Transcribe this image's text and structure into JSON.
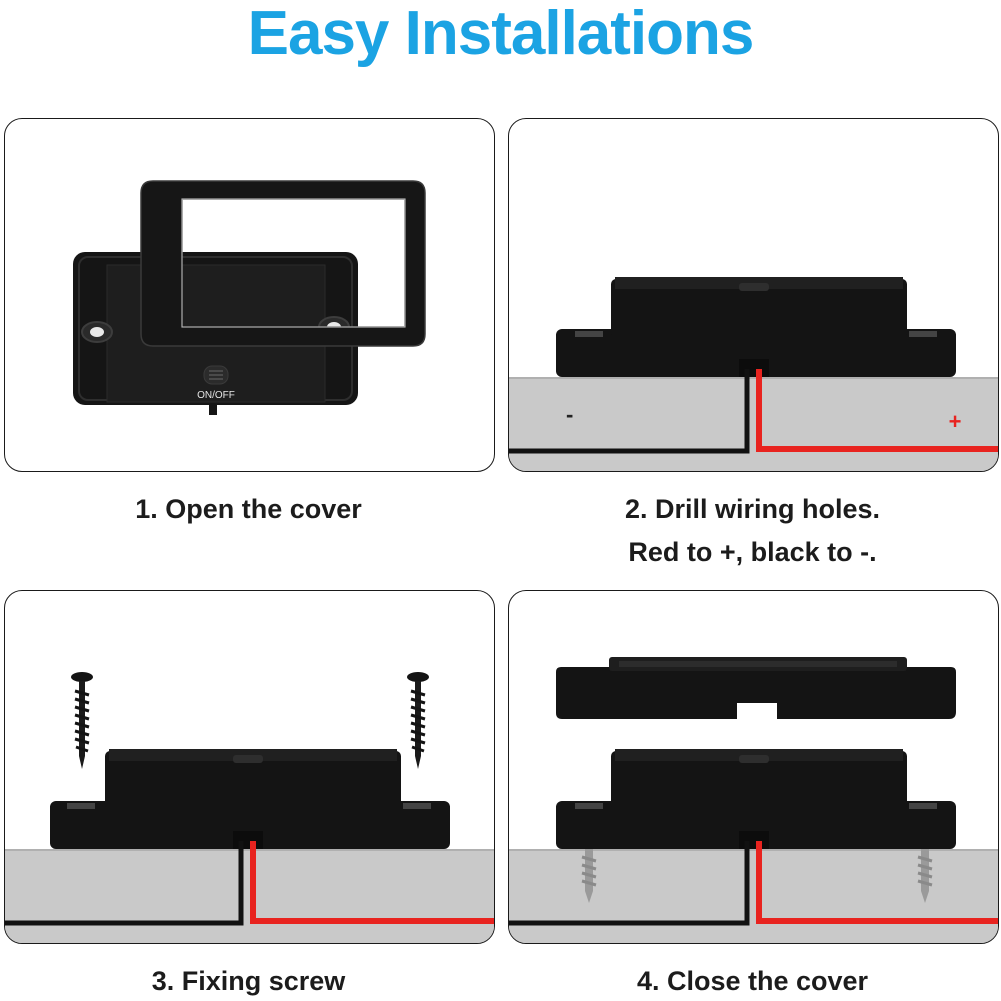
{
  "header": {
    "title": "Easy Installations"
  },
  "steps": [
    {
      "caption": "1. Open the cover",
      "switch_label": "ON/OFF"
    },
    {
      "caption_line1": "2. Drill wiring holes.",
      "caption_line2": "Red to +, black to -.",
      "minus_label": "-",
      "plus_label": "+"
    },
    {
      "caption": "3. Fixing screw"
    },
    {
      "caption": "4. Close the cover"
    }
  ],
  "colors": {
    "title": "#1ba3e3",
    "wire_red": "#e8231f",
    "wire_black": "#111111",
    "surface": "#c9c9c9",
    "device": "#141414"
  },
  "icons": [
    "socket-device-icon",
    "cover-frame-icon",
    "screw-icon",
    "red-wire-icon",
    "black-wire-icon"
  ]
}
